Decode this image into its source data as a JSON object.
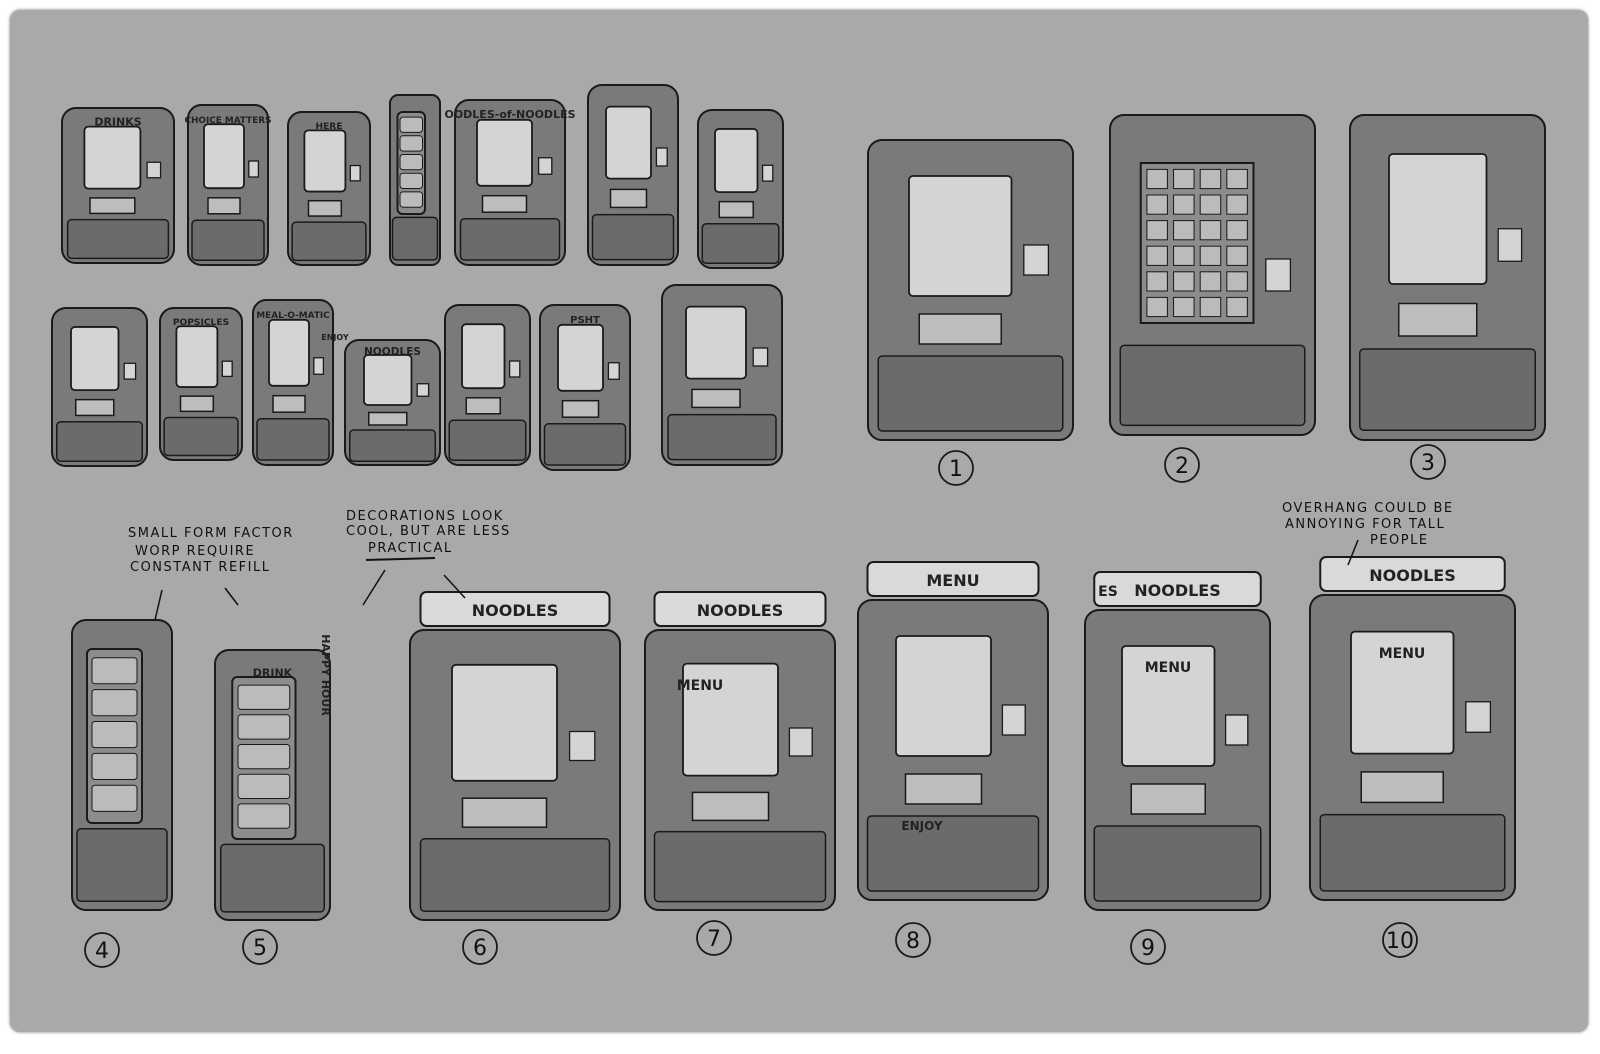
{
  "annotations": {
    "small_form": [
      "SMALL FORM FACTOR",
      "WORP REQUIRE",
      "CONSTANT REFILL"
    ],
    "decorations": [
      "DECORATIONS LOOK",
      "COOL, BUT ARE LESS",
      "PRACTICAL"
    ],
    "overhang": [
      "OVERHANG COULD BE",
      "ANNOYING FOR TALL",
      "PEOPLE"
    ]
  },
  "numbers": [
    "1",
    "2",
    "3",
    "4",
    "5",
    "6",
    "7",
    "8",
    "9",
    "10"
  ],
  "signs": {
    "drinks": "DRINKS",
    "choice": "CHOICE MATTERS",
    "here": "HERE",
    "oodles": "OODLES-of-NOODLES",
    "popsicles": "POPSICLES",
    "meal": "MEAL-O-MATIC",
    "enjoy_small": "ENJOY",
    "noodles_small": "NOODLES",
    "psht": "PSHT",
    "drink": "DRINK",
    "happy_hour": "HAPPY HOUR",
    "noodles": "NOODLES",
    "menu": "MENU",
    "enjoy": "ENJOY",
    "noodles_es": "ES"
  },
  "colors": {
    "background": "#a9a9a9",
    "body": "#7a7a7a",
    "screen": "#d4d4d4",
    "line": "#1a1a1a"
  }
}
